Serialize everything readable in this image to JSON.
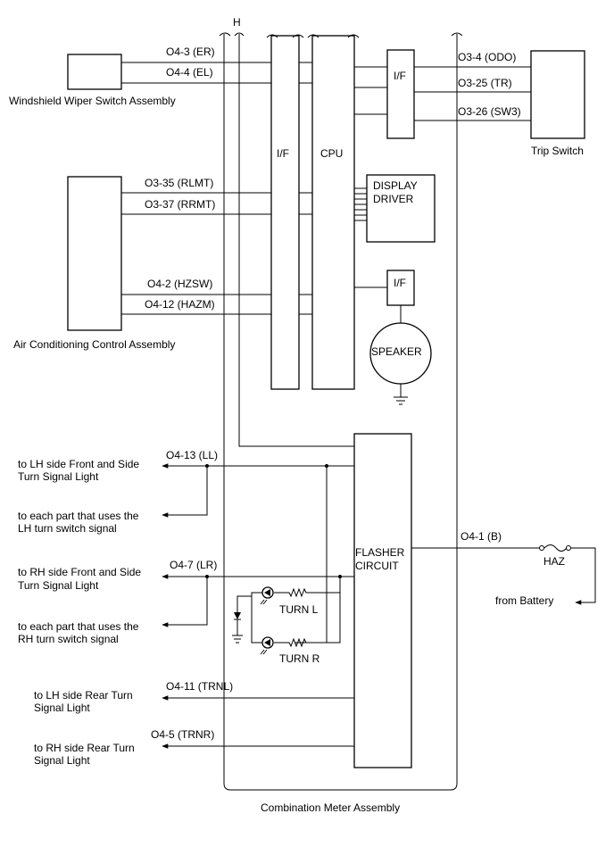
{
  "components": {
    "wiper_switch": "Windshield Wiper Switch Assembly",
    "trip_switch": "Trip Switch",
    "ac_control": "Air Conditioning Control Assembly",
    "meter": "Combination Meter Assembly",
    "if_left": "I/F",
    "cpu": "CPU",
    "if_trip": "I/F",
    "display_driver_l1": "DISPLAY",
    "display_driver_l2": "DRIVER",
    "if_speaker": "I/F",
    "speaker": "SPEAKER",
    "flasher_l1": "FLASHER",
    "flasher_l2": "CIRCUIT",
    "turn_l": "TURN L",
    "turn_r": "TURN R",
    "haz": "HAZ",
    "h_marker": "H"
  },
  "pins": {
    "er": "O4-3 (ER)",
    "el": "O4-4 (EL)",
    "odo": "O3-4 (ODO)",
    "tr": "O3-25 (TR)",
    "sw3": "O3-26 (SW3)",
    "rlmt": "O3-35 (RLMT)",
    "rrmt": "O3-37 (RRMT)",
    "hzsw": "O4-2 (HZSW)",
    "hazm": "O4-12 (HAZM)",
    "ll": "O4-13 (LL)",
    "lr": "O4-7 (LR)",
    "trnl": "O4-11 (TRNL)",
    "trnr": "O4-5 (TRNR)",
    "b": "O4-1 (B)"
  },
  "destinations": {
    "lh_front_1": "to LH side Front and Side",
    "lh_front_2": "Turn Signal Light",
    "lh_each_1": "to each part that uses the",
    "lh_each_2": "LH turn switch signal",
    "rh_front_1": "to RH side Front and Side",
    "rh_front_2": "Turn Signal Light",
    "rh_each_1": "to each part that uses the",
    "rh_each_2": "RH turn switch signal",
    "lh_rear_1": "to LH side Rear Turn",
    "lh_rear_2": "Signal Light",
    "rh_rear_1": "to RH side Rear Turn",
    "rh_rear_2": "Signal Light",
    "battery": "from Battery"
  }
}
